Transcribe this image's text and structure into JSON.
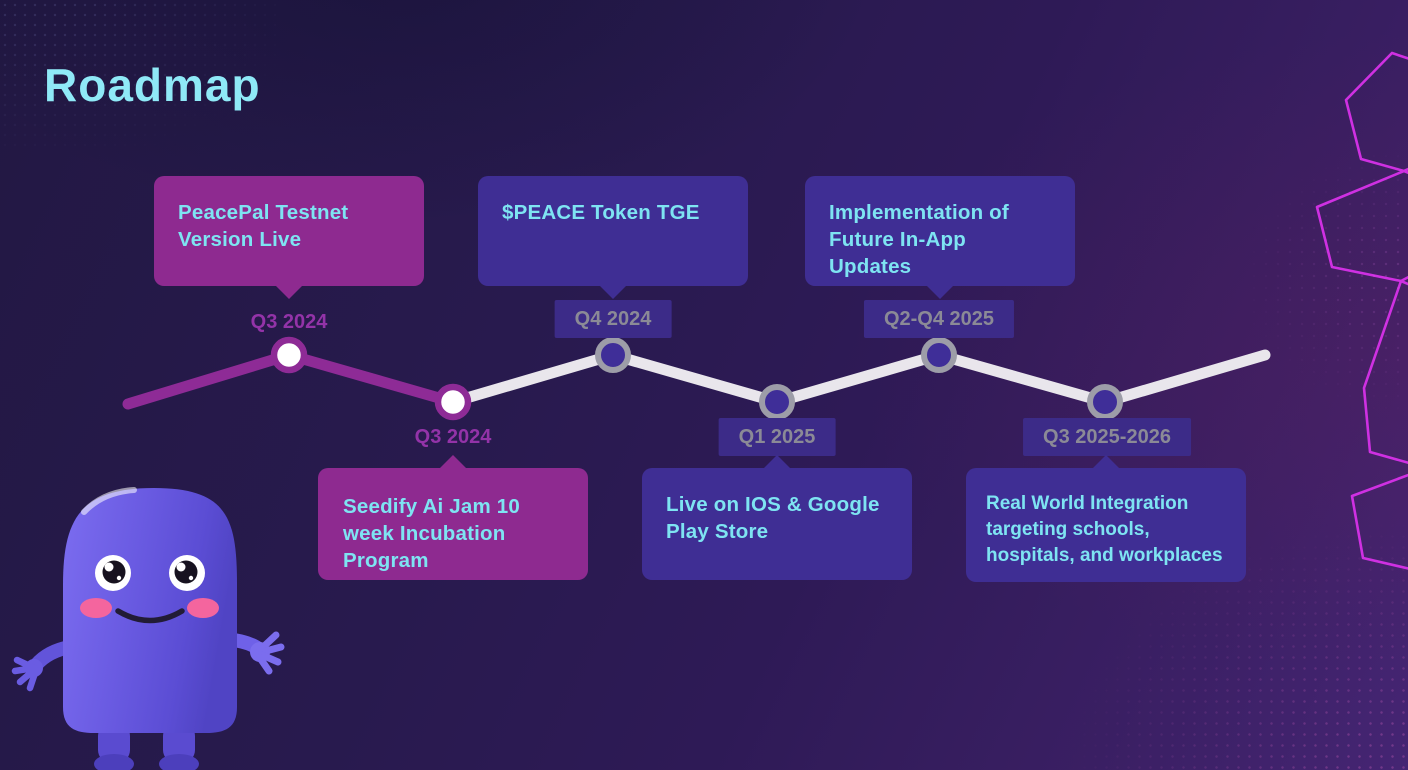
{
  "slide": {
    "title": "Roadmap"
  },
  "milestones": [
    {
      "quarter": "Q3 2024",
      "title": "PeacePal Testnet Version Live",
      "theme": "magenta",
      "position": "above-timeline",
      "status": "completed"
    },
    {
      "quarter": "Q3 2024",
      "title": "Seedify Ai Jam 10 week Incubation Program",
      "theme": "magenta",
      "position": "below-timeline",
      "status": "completed"
    },
    {
      "quarter": "Q4 2024",
      "title": "$PEACE Token TGE",
      "theme": "indigo",
      "position": "above-timeline",
      "status": "upcoming"
    },
    {
      "quarter": "Q1 2025",
      "title": "Live on IOS & Google Play Store",
      "theme": "indigo",
      "position": "below-timeline",
      "status": "upcoming"
    },
    {
      "quarter": "Q2-Q4 2025",
      "title": "Implementation of Future In-App Updates",
      "theme": "indigo",
      "position": "above-timeline",
      "status": "upcoming"
    },
    {
      "quarter": "Q3 2025-2026",
      "title": "Real World Integration targeting schools, hospitals, and workplaces",
      "theme": "indigo",
      "position": "below-timeline",
      "status": "upcoming"
    }
  ],
  "timeline": {
    "completed_quarters": [
      "Q3 2024",
      "Q3 2024"
    ],
    "upcoming_quarters": [
      "Q4 2024",
      "Q1 2025",
      "Q2-Q4 2025",
      "Q3 2025-2026"
    ]
  },
  "colors": {
    "title_text": "#8FE9F7",
    "card_text": "#7EE4F2",
    "magenta_card": "#8E2A90",
    "indigo_card": "#3F2E94",
    "date_box_bg": "#3C2B88",
    "date_text_gray": "#8B8A96",
    "date_text_purple": "#9333A8",
    "line_completed": "#8E2B96",
    "line_upcoming": "#E9E6EC",
    "node_ring_gray": "#9D9DA8",
    "hexagon_outline": "#CF30E2",
    "mascot_body": "#6557DF",
    "mascot_cheeks": "#F4659E"
  },
  "decorations": {
    "mascot": "PeacePal mascot character",
    "hexagons": "magenta hexagon outline cluster"
  }
}
